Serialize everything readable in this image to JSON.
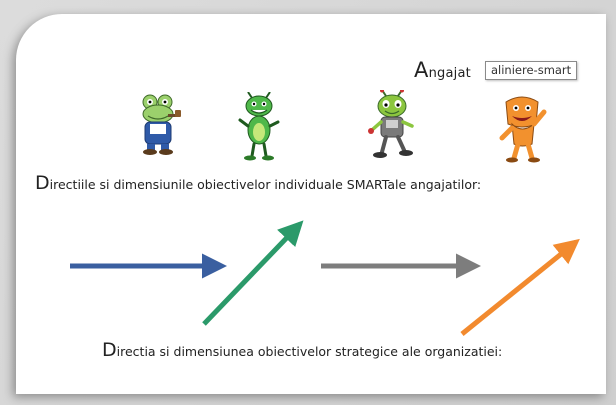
{
  "slide": {
    "title_initial": "A",
    "title_rest": "ngajat",
    "tooltip": "aliniere-smart",
    "heading_individual_initial": "D",
    "heading_individual_rest": "irectiile si dimensiunile obiectivelor individuale SMARTale angajatilor:",
    "heading_strategic_initial": "D",
    "heading_strategic_rest": "irectia si dimensiunea obiectivelor strategice ale organizatiei:"
  },
  "colors": {
    "arrow_blue": "#3a5fa0",
    "arrow_green": "#2b9a6a",
    "arrow_gray": "#7d7d7d",
    "arrow_orange": "#f28a2e"
  },
  "icons": [
    "frog-character-icon",
    "green-bug-character-icon",
    "green-alien-character-icon",
    "orange-creature-character-icon"
  ]
}
